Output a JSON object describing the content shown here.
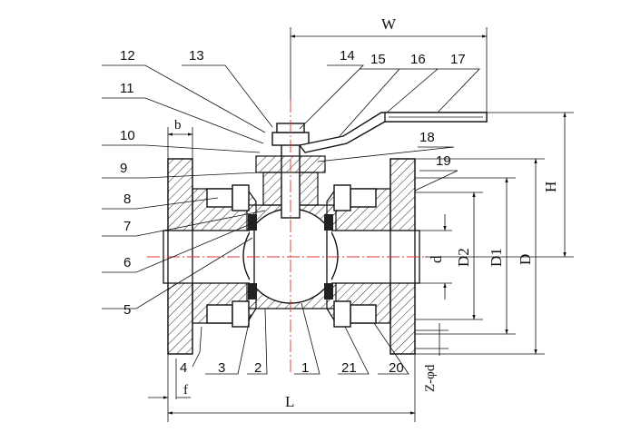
{
  "parts": [
    "1",
    "2",
    "3",
    "4",
    "5",
    "6",
    "7",
    "8",
    "9",
    "10",
    "11",
    "12",
    "13",
    "14",
    "15",
    "16",
    "17",
    "18",
    "19",
    "20",
    "21"
  ],
  "dimensions": {
    "W": "W",
    "H": "H",
    "D": "D",
    "D1": "D1",
    "D2": "D2",
    "d": "d",
    "L": "L",
    "b": "b",
    "f": "f",
    "Z_phi_d": "Z-φd"
  },
  "colors": {
    "centerline": "#dd3333",
    "ink": "#111111"
  }
}
